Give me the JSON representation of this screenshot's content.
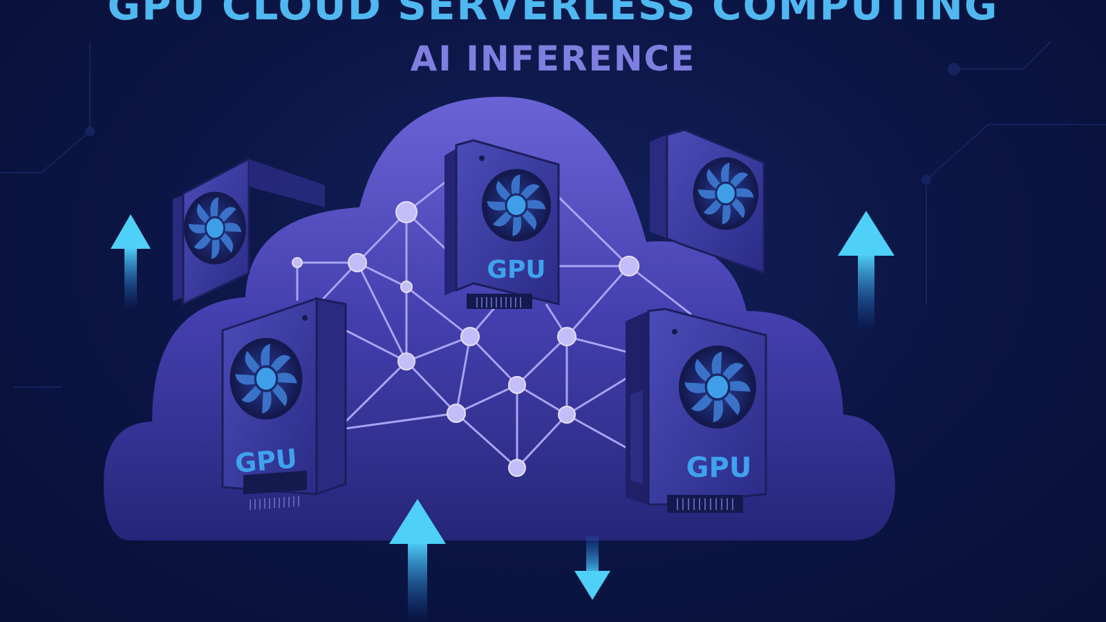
{
  "header": {
    "title": "GPU CLOUD SERVERLESS COMPUTING",
    "subtitle": "AI INFERENCE"
  },
  "gpu_cards": [
    {
      "label": "GPU"
    },
    {
      "label": "GPU"
    },
    {
      "label": "GPU"
    }
  ],
  "colors": {
    "background": "#0b1544",
    "title": "#4fb8f0",
    "subtitle": "#7f7fe0",
    "cloud": "#4a45b8",
    "network": "#a9a4f5",
    "arrow": "#40c4f4",
    "gpu_label": "#3fa2ee"
  },
  "icons": [
    "cloud-icon",
    "gpu-card-icon",
    "fan-icon",
    "network-node-icon",
    "arrow-up-icon",
    "arrow-down-icon"
  ]
}
